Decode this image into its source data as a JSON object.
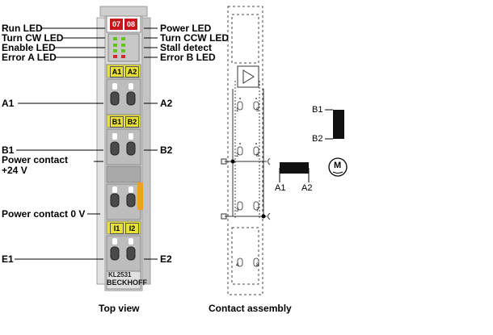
{
  "top_view": {
    "caption": "Top view",
    "model": "KL2531",
    "brand": "BECKHOFF",
    "led_badges": [
      "07",
      "08"
    ],
    "terminal_badges": [
      "A1",
      "A2",
      "B1",
      "B2",
      "I1",
      "I2"
    ],
    "left_labels": [
      "Run LED",
      "Turn CW LED",
      "Enable LED",
      "Error A LED",
      "A1",
      "B1",
      "Power contact",
      "+24 V",
      "Power contact 0 V",
      "E1"
    ],
    "right_labels": [
      "Power LED",
      "Turn CCW LED",
      "Stall detect",
      "Error B LED",
      "A2",
      "B2",
      "E2"
    ]
  },
  "contact_assembly": {
    "caption": "Contact assembly",
    "pin_numbers": [
      "1",
      "5",
      "2",
      "6",
      "3",
      "7",
      "4",
      "8"
    ],
    "coil_labels": [
      "A1",
      "A2",
      "B1",
      "B2"
    ],
    "motor_symbol": "M"
  },
  "colors": {
    "badge_red": "#c8161d",
    "badge_yellow": "#e8e03a",
    "housing": "#d8d8d8",
    "led_green": "#62c21e",
    "led_red": "#d7282f",
    "power_contact_orange": "#f0a020"
  }
}
